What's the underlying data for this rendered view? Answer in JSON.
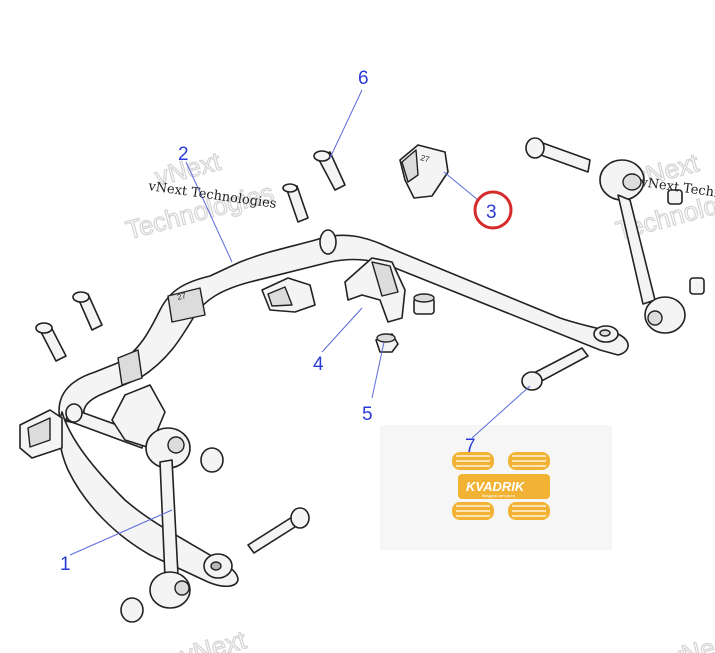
{
  "callouts": [
    {
      "id": "1",
      "label": "1"
    },
    {
      "id": "2",
      "label": "2"
    },
    {
      "id": "3",
      "label": "3"
    },
    {
      "id": "4",
      "label": "4"
    },
    {
      "id": "5",
      "label": "5"
    },
    {
      "id": "6",
      "label": "6"
    },
    {
      "id": "7",
      "label": "7"
    }
  ],
  "highlighted_callout": "3",
  "highlight_color": "#d62b2b",
  "callout_color": "#2b3bd6",
  "watermarks": {
    "small_text": "vNext Technologies",
    "big_line1": "vNext",
    "big_line2": "Technologies",
    "right_line1": "vNext",
    "right_line2": "Technolo",
    "bottom_left": "vNext",
    "bottom_right": "vNe"
  },
  "bushing_mark": "27",
  "logo": {
    "name": "KVADRIK",
    "tagline": "Квадрик запчасти",
    "color": "#f2b233"
  }
}
